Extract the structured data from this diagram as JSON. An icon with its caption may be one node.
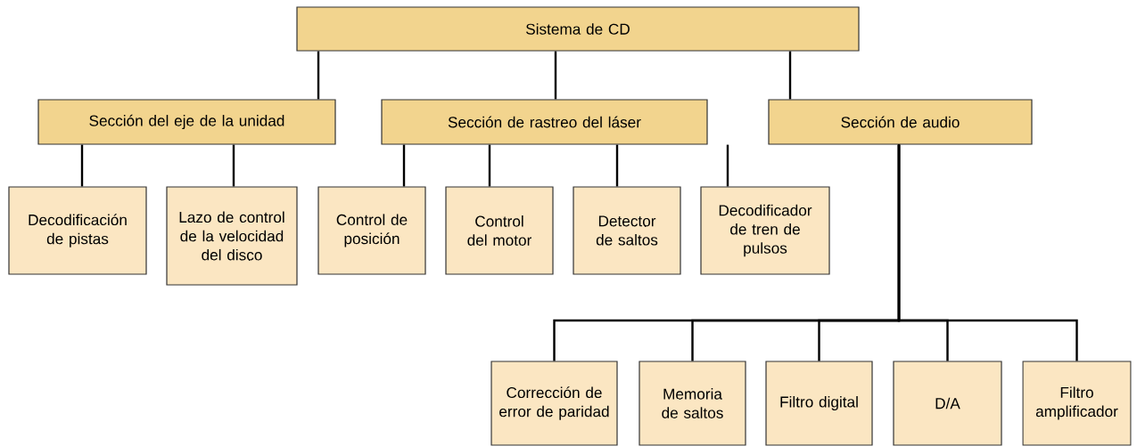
{
  "diagram": {
    "nodes": [
      {
        "text": [
          "Sistema de CD"
        ]
      },
      {
        "text": [
          "Sección del eje de la unidad"
        ]
      },
      {
        "text": [
          "Sección de rastreo del láser"
        ]
      },
      {
        "text": [
          "Sección de audio"
        ]
      },
      {
        "text": [
          "Decodificación de pistas"
        ]
      },
      {
        "text": [
          "Lazo de control de la velocidad del disco"
        ]
      },
      {
        "text": [
          "Control de posición"
        ]
      },
      {
        "text": [
          "Control del motor"
        ]
      },
      {
        "text": [
          "Detector de saltos"
        ]
      },
      {
        "text": [
          "Decodificador de tren de pulsos"
        ]
      },
      {
        "text": [
          "Corrección de error de paridad"
        ]
      },
      {
        "text": [
          "Memoria de saltos"
        ]
      },
      {
        "text": [
          "Filtro digital"
        ]
      },
      {
        "text": [
          "D/A"
        ]
      },
      {
        "text": [
          "Filtro amplificador"
        ]
      }
    ],
    "edges": [
      {
        "from": 0,
        "to": 1,
        "arrow": "none"
      },
      {
        "from": 0,
        "to": 2,
        "arrow": "none"
      },
      {
        "from": 0,
        "to": 3,
        "arrow": "none"
      },
      {
        "from": 1,
        "to": 4,
        "arrow": "none"
      },
      {
        "from": 1,
        "to": 5,
        "arrow": "none"
      },
      {
        "from": 2,
        "to": 6,
        "arrow": "none"
      },
      {
        "from": 2,
        "to": 7,
        "arrow": "none"
      },
      {
        "from": 2,
        "to": 8,
        "arrow": "none"
      },
      {
        "from": 2,
        "to": 9,
        "arrow": "none"
      },
      {
        "from": 3,
        "to": 10,
        "arrow": "none"
      },
      {
        "from": 3,
        "to": 11,
        "arrow": "none"
      },
      {
        "from": 3,
        "to": 12,
        "arrow": "none"
      },
      {
        "from": 3,
        "to": 13,
        "arrow": "none"
      },
      {
        "from": 3,
        "to": 14,
        "arrow": "none"
      }
    ]
  }
}
